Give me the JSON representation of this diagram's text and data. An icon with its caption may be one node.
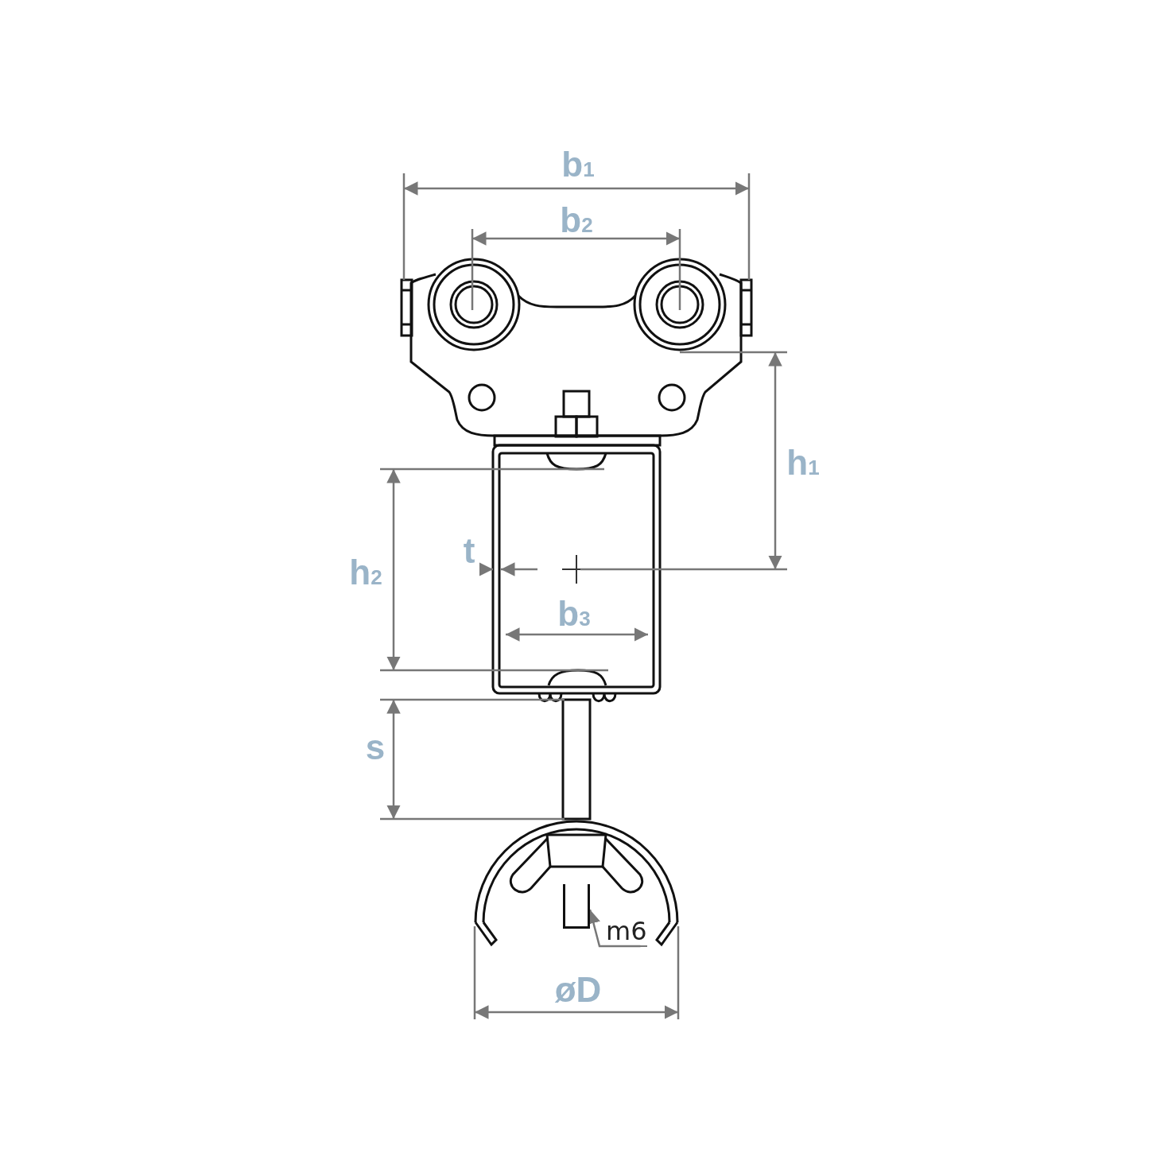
{
  "diagram": {
    "nodes": [
      {
        "text": [
          "m6"
        ]
      },
      {
        "text": [],
        "shape": "bar"
      }
    ],
    "edges": [
      {
        "from": 0,
        "to": 1,
        "arrow": "to"
      }
    ],
    "labels": [
      "b$_{1}$",
      "b$_{2}$",
      "h$_{1}$",
      "t",
      "h$_{2}$",
      "b$_{3}$",
      "s",
      "øD"
    ]
  }
}
